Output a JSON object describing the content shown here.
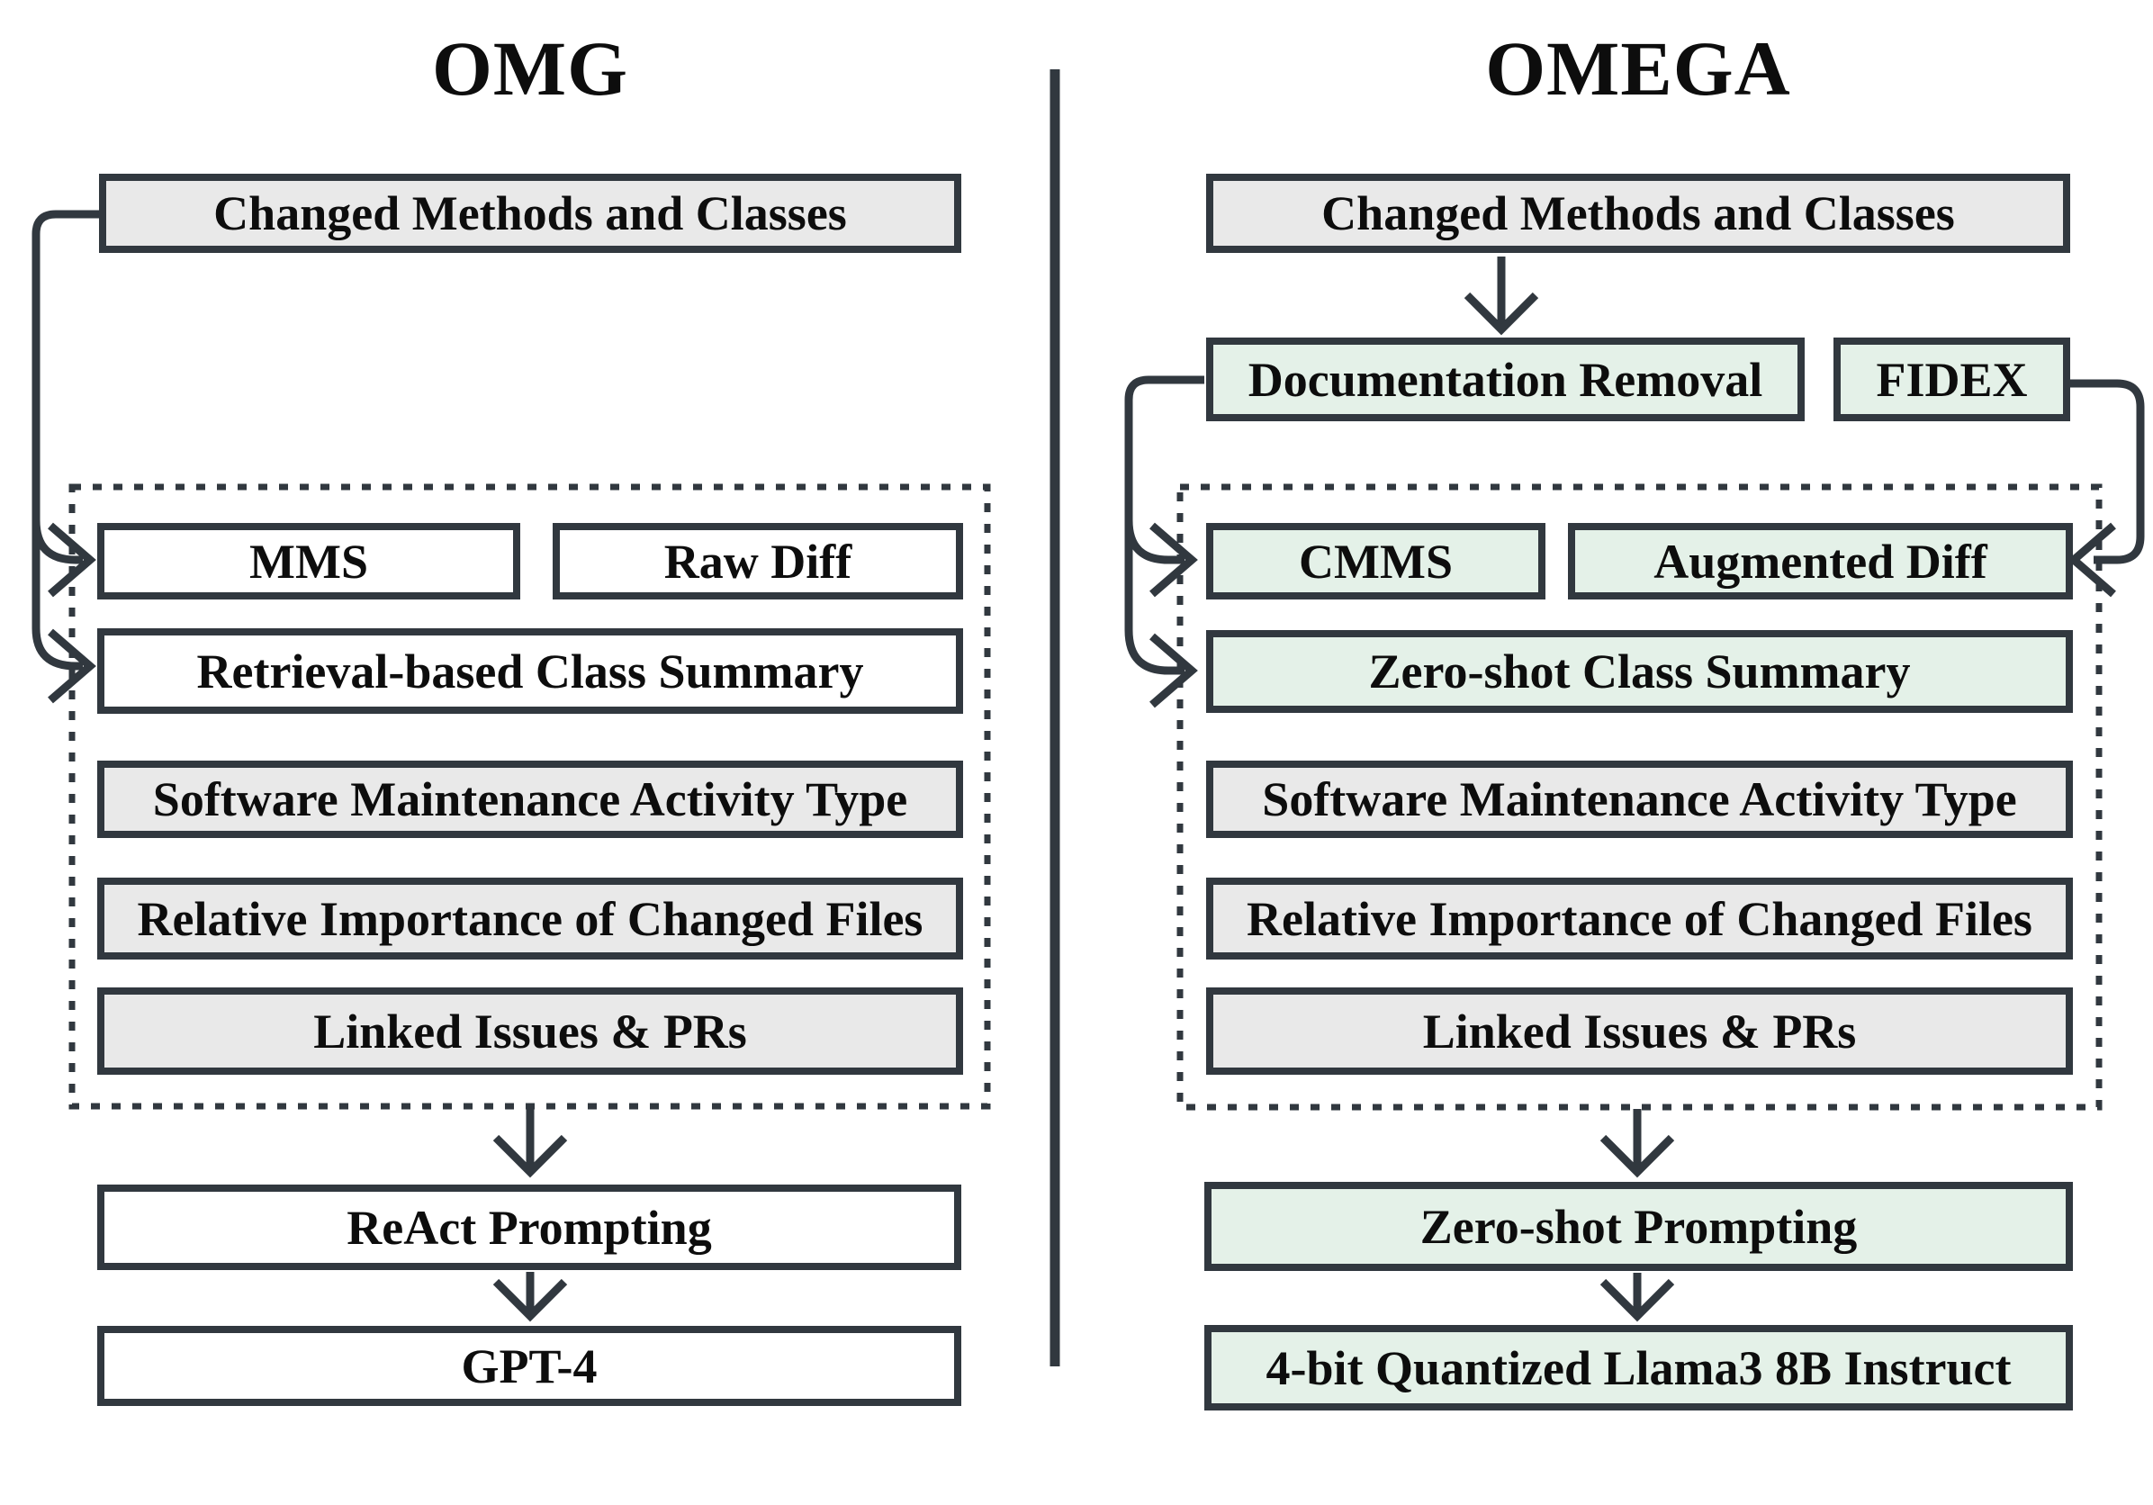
{
  "left": {
    "title": "OMG",
    "input_box": "Changed Methods and Classes",
    "mms": "MMS",
    "raw_diff": "Raw Diff",
    "retrieval_summary": "Retrieval-based Class Summary",
    "activity_type": "Software Maintenance Activity Type",
    "importance": "Relative Importance of Changed Files",
    "linked_issues": "Linked Issues & PRs",
    "prompting": "ReAct Prompting",
    "model": "GPT-4"
  },
  "right": {
    "title": "OMEGA",
    "input_box": "Changed Methods and Classes",
    "doc_removal": "Documentation Removal",
    "fidex": "FIDEX",
    "cmms": "CMMS",
    "augmented_diff": "Augmented Diff",
    "zero_shot_summary": "Zero-shot Class Summary",
    "activity_type": "Software Maintenance Activity Type",
    "importance": "Relative Importance of Changed Files",
    "linked_issues": "Linked Issues & PRs",
    "prompting": "Zero-shot Prompting",
    "model": "4-bit Quantized Llama3 8B Instruct"
  },
  "colors": {
    "gray_fill": "#e9e9e9",
    "green_fill": "#e4f1e8",
    "white_fill": "#ffffff",
    "stroke": "#31383f"
  }
}
